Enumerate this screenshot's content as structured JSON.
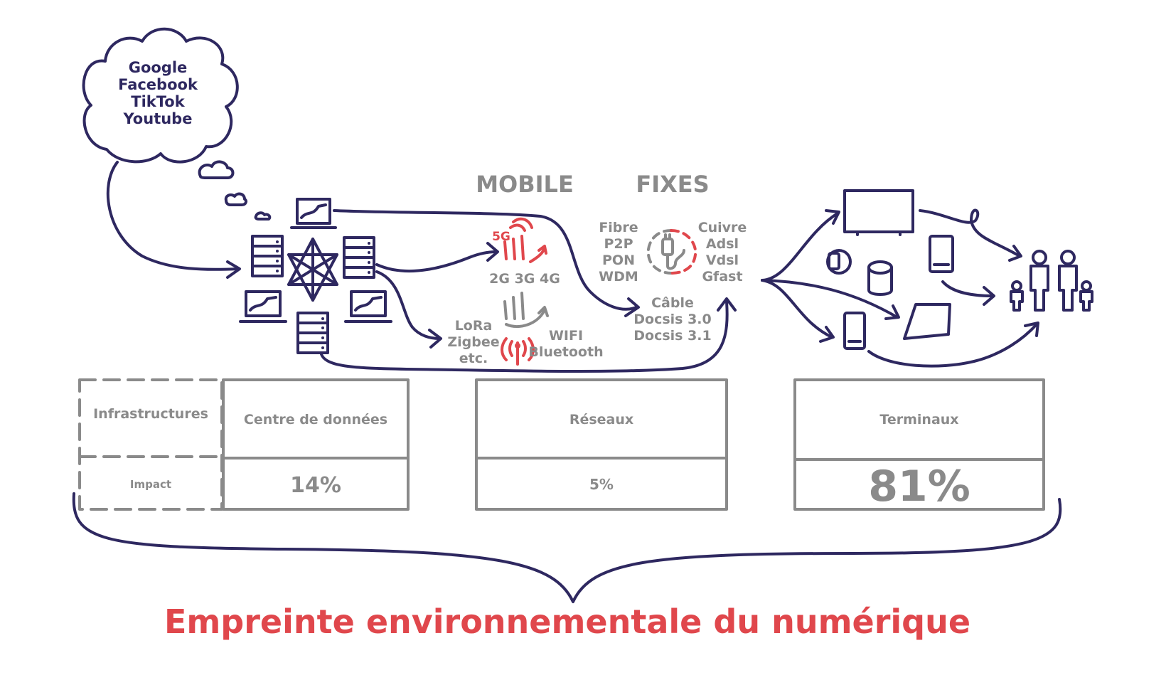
{
  "cloud": {
    "lines": [
      "Google",
      "Facebook",
      "TikTok",
      "Youtube"
    ]
  },
  "mobile": {
    "heading": "MOBILE",
    "label_5g": "5G",
    "label_cellular": "2G 3G 4G",
    "iot": [
      "LoRa",
      "Zigbee",
      "etc."
    ],
    "wifi": [
      "WIFI",
      "Bluetooth"
    ]
  },
  "fixes": {
    "heading": "FIXES",
    "left": [
      "Fibre",
      "P2P",
      "PON",
      "WDM"
    ],
    "right": [
      "Cuivre",
      "Adsl",
      "Vdsl",
      "Gfast"
    ],
    "cable": [
      "Câble",
      "Docsis 3.0",
      "Docsis 3.1"
    ]
  },
  "table": {
    "row_header": "Infrastructures",
    "impact_header": "Impact",
    "datacenter": {
      "label": "Centre de données",
      "impact": "14%"
    },
    "networks": {
      "label": "Réseaux",
      "impact": "5%"
    },
    "terminals": {
      "label": "Terminaux",
      "impact": "81%"
    }
  },
  "title": "Empreinte environnementale du numérique",
  "colors": {
    "navy": "#2e2860",
    "grey": "#8a8a8a",
    "red": "#e0474c"
  },
  "icons": [
    "cloud-icon",
    "server-icon",
    "laptop-icon",
    "network-star-icon",
    "antenna-icon",
    "plug-icon",
    "tv-icon",
    "smartphone-icon",
    "tablet-icon",
    "smartwatch-icon",
    "speaker-icon",
    "people-icon"
  ]
}
